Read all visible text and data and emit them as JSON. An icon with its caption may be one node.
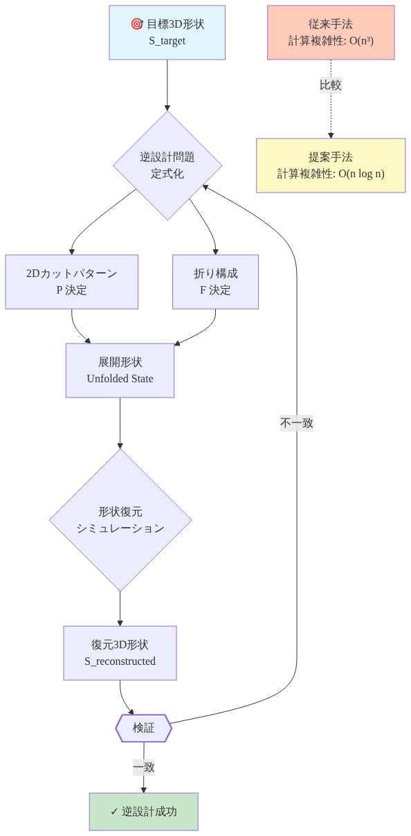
{
  "diagram": {
    "nodes": [
      {
        "text": [
          "🎯 目標3D形状",
          "S_target"
        ]
      },
      {
        "text": [
          "逆設計問題",
          "定式化"
        ]
      },
      {
        "text": [
          "2Dカットパターン",
          "P 決定"
        ]
      },
      {
        "text": [
          "折り構成",
          "F 決定"
        ]
      },
      {
        "text": [
          "展開形状",
          "Unfolded State"
        ]
      },
      {
        "text": [
          "形状復元",
          "シミュレーション"
        ]
      },
      {
        "text": [
          "復元3D形状",
          "S_reconstructed"
        ]
      },
      {
        "text": [
          "検証"
        ]
      },
      {
        "text": [
          "✓ 逆設計成功"
        ]
      },
      {
        "text": [
          "従来手法",
          "計算複雑性: O(n³)"
        ]
      },
      {
        "text": [
          "提案手法",
          "計算複雑性: O(n log n)"
        ]
      }
    ],
    "edges": [
      {
        "from": 0,
        "to": 1,
        "arrow": "to"
      },
      {
        "from": 1,
        "to": 2,
        "arrow": "to"
      },
      {
        "from": 1,
        "to": 3,
        "arrow": "to"
      },
      {
        "from": 2,
        "to": 4,
        "arrow": "to"
      },
      {
        "from": 3,
        "to": 4,
        "arrow": "to"
      },
      {
        "from": 4,
        "to": 5,
        "arrow": "to"
      },
      {
        "from": 5,
        "to": 6,
        "arrow": "to"
      },
      {
        "from": 6,
        "to": 7,
        "arrow": "to"
      },
      {
        "from": 7,
        "to": 1,
        "label": "不一致",
        "arrow": "to"
      },
      {
        "from": 7,
        "to": 8,
        "label": "一致",
        "arrow": "to"
      },
      {
        "from": 9,
        "to": 10,
        "label": "比較",
        "arrow": "to",
        "style": "dashed"
      }
    ]
  }
}
